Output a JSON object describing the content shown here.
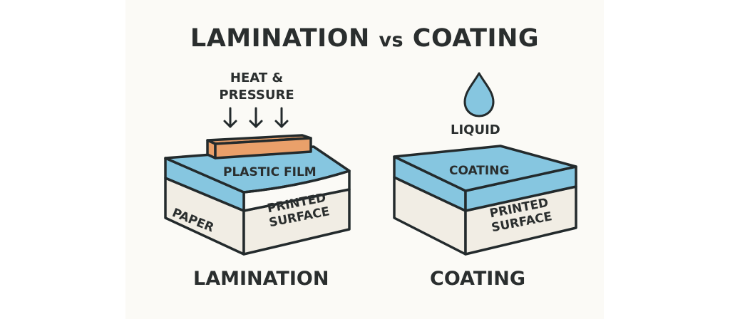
{
  "title": {
    "left": "LAMINATION",
    "vs": "vs",
    "right": "COATING"
  },
  "lamination": {
    "process_label_line1": "HEAT &",
    "process_label_line2": "PRESSURE",
    "arrow_count": 3,
    "top_layer_label": "PLASTIC FILM",
    "left_side_label": "PAPER",
    "front_label_line1": "PRINTED",
    "front_label_line2": "SURFACE",
    "caption": "LAMINATION"
  },
  "coating": {
    "process_label": "LIQUID",
    "top_layer_label": "COATING",
    "front_label_line1": "PRINTED",
    "front_label_line2": "SURFACE",
    "caption": "COATING"
  },
  "colors": {
    "background": "#fbfaf6",
    "outline": "#232a2c",
    "blue_layer": "#86c6e0",
    "orange_press": "#eaa06a",
    "paper": "#f1ede4",
    "text": "#2a2e2e"
  }
}
